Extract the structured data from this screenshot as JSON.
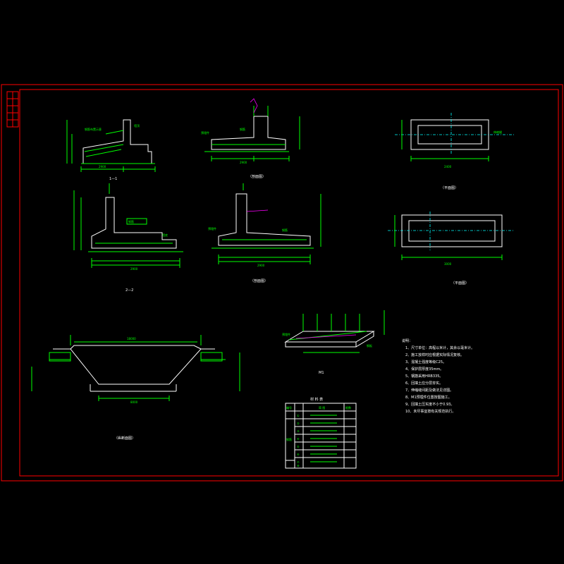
{
  "views": {
    "section_1_1": "1—1",
    "section_2_2": "2—2",
    "plan_1": "（平面图）",
    "plan_2": "（平面图）",
    "elevation_1": "（剖面图）",
    "elevation_2": "（剖面图）",
    "long_section": "（纵断面图）",
    "detail_m1": "M1"
  },
  "notes": {
    "heading": "说明：",
    "items": [
      "1、尺寸单位：高程以米计，其余以毫米计。",
      "2、施工放样时应根据实际情况复核。",
      "3、混凝土强度等级C25。",
      "4、保护层厚度35mm。",
      "5、钢筋采用HRB335。",
      "6、回填土应分层夯实。",
      "7、伸缩缝间距及做法见详图。",
      "8、M1预埋件位置按图施工。",
      "9、回填土压实度不小于0.93。",
      "10、未尽事宜按有关规范执行。"
    ]
  },
  "table": {
    "title": "材 料 表",
    "header": [
      "编号",
      "简 图",
      "根数"
    ],
    "group_label": "钢筋",
    "rows": [
      "①",
      "②",
      "③",
      "④",
      "⑤",
      "⑥",
      "⑦",
      "⑧"
    ]
  },
  "colors": {
    "background": "#000000",
    "outline": "#ffffff",
    "dimension": "#00ff00",
    "frame": "#ff0000",
    "centerline": "#00ffff"
  }
}
